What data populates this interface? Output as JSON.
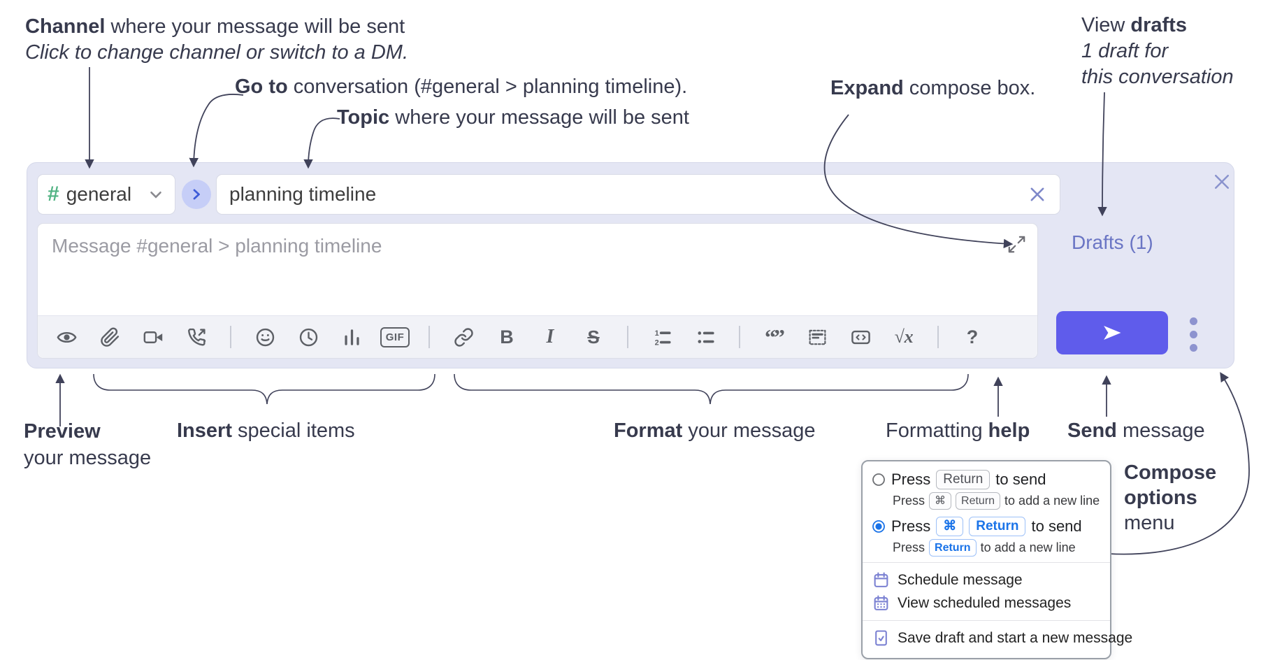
{
  "annotations": {
    "channel_bold": "Channel",
    "channel_rest": " where your message will be sent",
    "channel_sub": "Click to change channel or switch to a DM.",
    "goto_bold": "Go to",
    "goto_rest": " conversation (#general > planning timeline).",
    "topic_bold": "Topic",
    "topic_rest": " where your message will be sent",
    "expand_bold": "Expand",
    "expand_rest": " compose box.",
    "drafts_pre": "View ",
    "drafts_bold": "drafts",
    "drafts_line2": "1 draft for",
    "drafts_line3": "this conversation",
    "preview_bold": "Preview",
    "preview_line2": "your message",
    "insert_bold": "Insert",
    "insert_rest": " special items",
    "format_bold": "Format",
    "format_rest": " your message",
    "help_pre": "Formatting ",
    "help_bold": "help",
    "send_bold": "Send",
    "send_rest": " message",
    "compose_options_bold1": "Compose",
    "compose_options_bold2": "options",
    "compose_options_line3": "menu"
  },
  "compose": {
    "channel_hash": "#",
    "channel_label": "general",
    "topic_value": "planning timeline",
    "message_placeholder": "Message #general > planning timeline",
    "drafts_link": "Drafts (1)",
    "toolbar": [
      "preview",
      "attach",
      "video-call",
      "audio-call",
      "divider",
      "emoji",
      "time",
      "poll",
      "gif",
      "divider",
      "link",
      "bold",
      "italic",
      "strikethrough",
      "divider",
      "numbered-list",
      "bulleted-list",
      "divider",
      "quote",
      "spoiler",
      "code",
      "math",
      "divider",
      "help"
    ],
    "toolbar_text": {
      "bold": "B",
      "italic": "I",
      "strikethrough": "S",
      "gif": "GIF",
      "math": "√x",
      "help": "?",
      "quote": "“”"
    }
  },
  "menu": {
    "option1_press": "Press",
    "option1_key1": "Return",
    "option1_suffix": "to send",
    "option1_sub_press": "Press",
    "option1_sub_key1": "⌘",
    "option1_sub_key2": "Return",
    "option1_sub_suffix": "to add a new line",
    "option1_selected": false,
    "option2_press": "Press",
    "option2_key1": "⌘",
    "option2_key2": "Return",
    "option2_suffix": "to send",
    "option2_sub_press": "Press",
    "option2_sub_key1": "Return",
    "option2_sub_suffix": "to add a new line",
    "option2_selected": true,
    "items": [
      "Schedule message",
      "View scheduled messages",
      "Save draft and start a new message"
    ]
  },
  "colors": {
    "send_button": "#5f5ceb",
    "hash_green": "#51b383",
    "drafts_link": "#6a75c4",
    "radio_selected": "#1a73e8",
    "menu_icon_purple": "#7b81d2",
    "compose_bg": "#e4e6f4",
    "annotation_text": "#373a4d"
  }
}
